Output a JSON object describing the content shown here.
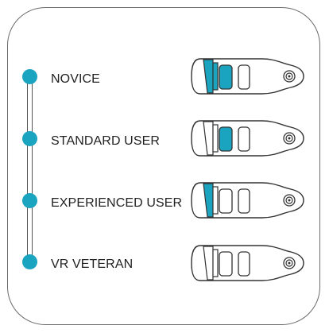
{
  "levels": [
    {
      "label": "NOVICE",
      "selected_segment": "first"
    },
    {
      "label": "STANDARD USER",
      "selected_segment": "middle"
    },
    {
      "label": "EXPERIENCED USER",
      "selected_segment": "first"
    },
    {
      "label": "VR VETERAN",
      "selected_segment": "none"
    }
  ],
  "colors": {
    "accent": "#1ba4bf",
    "outline": "#333333"
  }
}
